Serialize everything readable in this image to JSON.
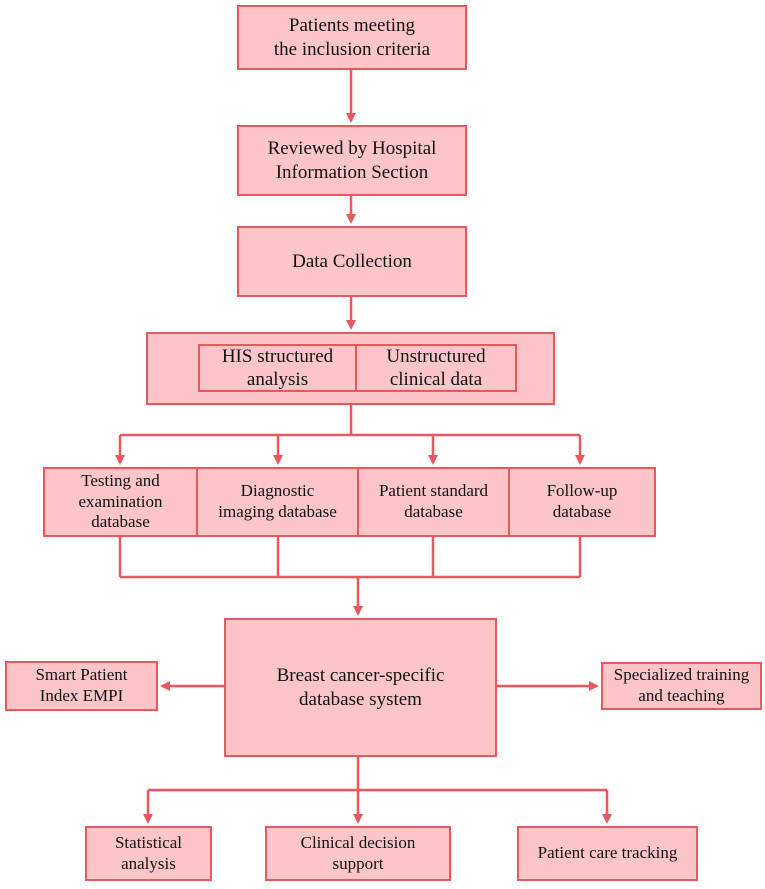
{
  "colors": {
    "fill": "#fcc5c7",
    "stroke": "#e8585e",
    "text": "#111111"
  },
  "nodes": {
    "inclusion": "Patients meeting\nthe inclusion criteria",
    "reviewed": "Reviewed by Hospital\nInformation Section",
    "collection": "Data Collection",
    "his": "HIS structured\nanalysis",
    "unstructured": "Unstructured\nclinical data",
    "testing": "Testing and\nexamination\ndatabase",
    "imaging": "Diagnostic\nimaging database",
    "standard": "Patient standard\ndatabase",
    "followup": "Follow-up\ndatabase",
    "core": "Breast cancer-specific\ndatabase system",
    "empi": "Smart Patient\nIndex EMPI",
    "training": "Specialized training\nand teaching",
    "statistical": "Statistical\nanalysis",
    "decision": "Clinical decision\nsupport",
    "tracking": "Patient care tracking"
  }
}
